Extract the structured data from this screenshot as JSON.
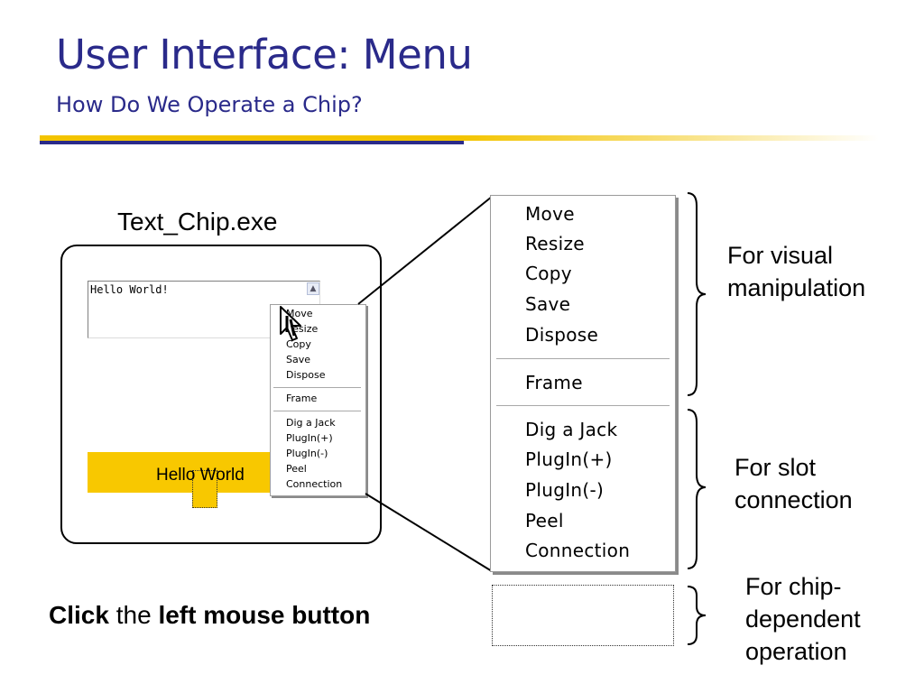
{
  "slide": {
    "title": "User Interface: Menu",
    "subtitle": "How Do We Operate a Chip?"
  },
  "app": {
    "exe_label": "Text_Chip.exe",
    "textbox_value": "Hello World!",
    "chip_label": "Hello World"
  },
  "small_menu": {
    "items": [
      "Move",
      "Resize",
      "Copy",
      "Save",
      "Dispose",
      "Frame",
      "Dig a Jack",
      "PlugIn(+)",
      "PlugIn(-)",
      "Peel",
      "Connection"
    ]
  },
  "large_menu": {
    "items": [
      "Move",
      "Resize",
      "Copy",
      "Save",
      "Dispose",
      "Frame",
      "Dig a Jack",
      "PlugIn(+)",
      "PlugIn(-)",
      "Peel",
      "Connection"
    ]
  },
  "groups": {
    "visual_line1": "For visual",
    "visual_line2": "manipulation",
    "slot_line1": "For slot",
    "slot_line2": "connection",
    "chip_line1": "For chip-",
    "chip_line2": "dependent",
    "chip_line3": "operation"
  },
  "instruction": {
    "click": "Click",
    "the": "the",
    "button": "left mouse button"
  },
  "icons": {
    "cursor": "arrow-cursor-icon",
    "scroll": "chevron-up-icon"
  }
}
